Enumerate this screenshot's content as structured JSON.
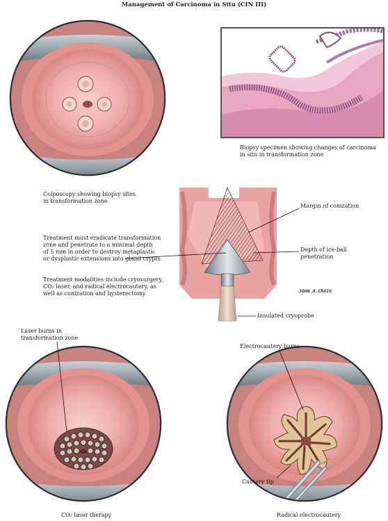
{
  "title": "Management of Carcinoma in Situ (CIN III)",
  "captions": {
    "biopsy_specimen": [
      "Biopsy specimen showing changes of carcinoma",
      "in situ in transformation zone"
    ],
    "colposcopy": [
      "Colposcopy showing biopsy sites",
      "in transformation zone"
    ],
    "margin_conization": "Margin of conization",
    "depth_iceball": [
      "Depth of ice-ball",
      "penetration"
    ],
    "treatment_eradicate": [
      "Treatment must eradicate transformation",
      "zone and penetrate to a minimal depth",
      "of 5 mm in order to destroy metaplastic",
      "or dysplastic extensions into gland crypts"
    ],
    "treatment_modalities": [
      "Treatment modalities include cryosurgery,",
      "CO₂ laser, and radical electrocautery, as",
      "well as conization and hysterectomy"
    ],
    "insulated_cryoprobe": "Insulated cryoprobe",
    "laser_burns": [
      "Laser burns in",
      "transformation zone"
    ],
    "electrocautery_burns": "Electrocautery burns",
    "cautery_tip": "Cautery tip",
    "co2_laser": "CO₂ laser therapy",
    "radical_electrocautery": "Radical electrocautery"
  },
  "signature": "JOHN A.CRAIG",
  "colors": {
    "tissue_pink": "#e9a3a1",
    "cervix_light": "#f3c2bf",
    "speculum_gray": "#8e97a0",
    "dark_ring": "#3b3f46",
    "epithelium_purple": "#9a5c8e",
    "probe_steel": "#9ea6ae"
  }
}
